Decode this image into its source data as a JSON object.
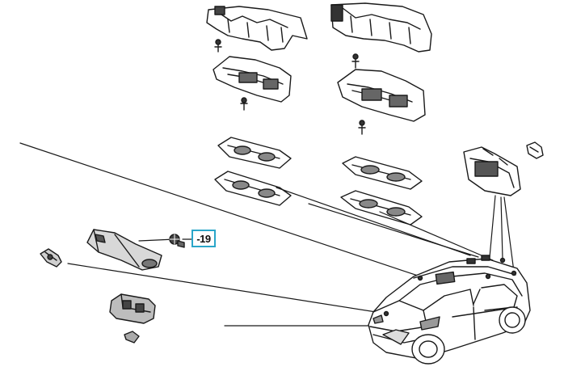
{
  "callout": {
    "label": "-19"
  },
  "colors": {
    "ink": "#1a1a1a",
    "highlight": "#2aa6c9",
    "background": "#ffffff"
  },
  "parts": [
    {
      "name": "roof-light-bracket-left"
    },
    {
      "name": "roof-light-bracket-right"
    },
    {
      "name": "map-light-housing-left"
    },
    {
      "name": "map-light-housing-right"
    },
    {
      "name": "map-light-lens-left"
    },
    {
      "name": "map-light-lens-right"
    },
    {
      "name": "rear-cargo-light"
    },
    {
      "name": "wedge-bulb"
    },
    {
      "name": "door-courtesy-light-bracket"
    },
    {
      "name": "screw"
    },
    {
      "name": "socket-bulb"
    },
    {
      "name": "switch-unit"
    },
    {
      "name": "small-clip"
    },
    {
      "name": "suv-vehicle"
    }
  ]
}
